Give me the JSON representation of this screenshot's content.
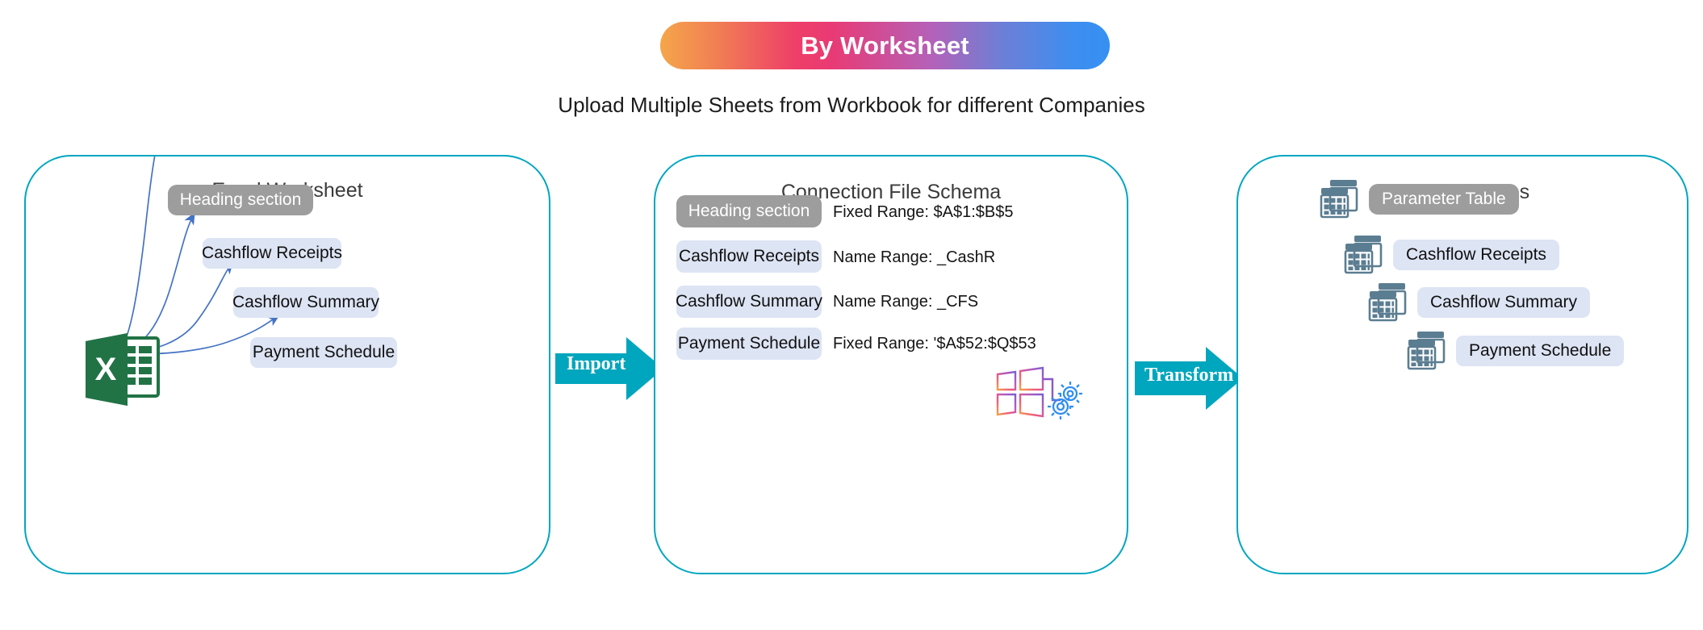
{
  "header": {
    "banner_title": "By Worksheet",
    "subtitle": "Upload Multiple Sheets from Workbook for different Companies"
  },
  "colors": {
    "panel_border": "#00a6c0",
    "arrow_fill": "#00a6bd",
    "pill_blue": "#dde4f4",
    "pill_grey": "#9d9d9d",
    "curve_blue": "#4472c4",
    "excel_green": "#217346",
    "table_icon": "#5b7d91"
  },
  "panels": {
    "excel": {
      "title": "Excel Worksheet",
      "icon": "excel-file-icon",
      "items": [
        {
          "label": "Heading section",
          "style": "grey"
        },
        {
          "label": "Cashflow Receipts",
          "style": "blue"
        },
        {
          "label": "Cashflow Summary",
          "style": "blue"
        },
        {
          "label": "Payment Schedule",
          "style": "blue"
        }
      ]
    },
    "schema": {
      "title": "Connection File Schema",
      "icon": "windows-gear-icon",
      "items": [
        {
          "label": "Heading section",
          "range": "Fixed Range: $A$1:$B$5",
          "style": "grey"
        },
        {
          "label": "Cashflow Receipts",
          "range": "Name Range: _CashR",
          "style": "blue"
        },
        {
          "label": "Cashflow Summary",
          "range": "Name Range: _CFS",
          "style": "blue"
        },
        {
          "label": "Payment Schedule",
          "range": "Fixed Range: '$A$52:$Q$53",
          "style": "blue"
        }
      ]
    },
    "remote": {
      "title": "Remote Tables",
      "items": [
        {
          "label": "Parameter Table",
          "style": "grey",
          "icon": "table-stack-icon"
        },
        {
          "label": "Cashflow Receipts",
          "style": "blue",
          "icon": "table-stack-icon"
        },
        {
          "label": "Cashflow Summary",
          "style": "blue",
          "icon": "table-stack-icon"
        },
        {
          "label": "Payment Schedule",
          "style": "blue",
          "icon": "table-stack-icon"
        }
      ]
    }
  },
  "flow_arrows": [
    {
      "label": "Import",
      "name": "import-arrow"
    },
    {
      "label": "Transform",
      "name": "transform-arrow"
    }
  ]
}
